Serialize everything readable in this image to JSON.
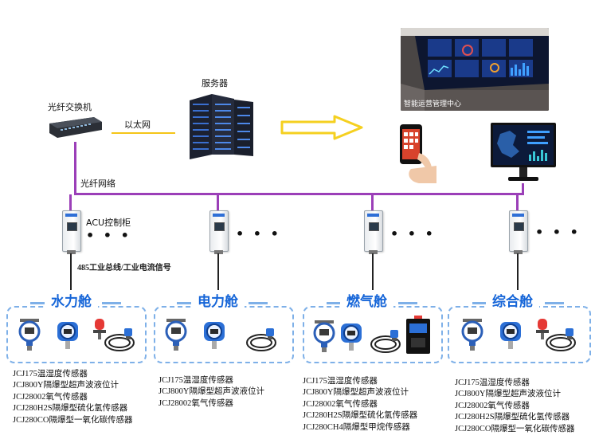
{
  "network": {
    "switch_label": "光纤交换机",
    "server_label": "服务器",
    "ethernet_label": "以太网",
    "fiber_network_label": "光纤网络",
    "acu_label": "ACU控制柜",
    "bus_label": "485工业总线/工业电流信号",
    "ellipsis": "• • •"
  },
  "center": {
    "caption": "智能运营管理中心"
  },
  "colors": {
    "fiber": "#9b3fb8",
    "ethernet": "#f5c518",
    "arrow": "#f5d020",
    "bay_border": "#7eb0e8",
    "bay_title": "#1565d8"
  },
  "bays": [
    {
      "title": "水力舱",
      "sensors": [
        "JCJ175温湿度传感器",
        "JCJ800Y隔爆型超声波液位计",
        "JCJ28002氧气传感器",
        "JCJ280H2S隔爆型硫化氢传感器",
        "JCJ280CO隔爆型一氧化碳传感器"
      ]
    },
    {
      "title": "电力舱",
      "sensors": [
        "JCJ175温湿度传感器",
        "JCJ800Y隔爆型超声波液位计",
        "JCJ28002氧气传感器"
      ]
    },
    {
      "title": "燃气舱",
      "sensors": [
        "JCJ175温湿度传感器",
        "JCJ800Y隔爆型超声波液位计",
        "JCJ28002氧气传感器",
        "JCJ280H2S隔爆型硫化氢传感器",
        "JCJ280CH4隔爆型甲烷传感器"
      ]
    },
    {
      "title": "综合舱",
      "sensors": [
        "JCJ175温湿度传感器",
        "JCJ800Y隔爆型超声波液位计",
        "JCJ28002氧气传感器",
        "JCJ280H2S隔爆型硫化氢传感器",
        "JCJ280CO隔爆型一氧化碳传感器"
      ]
    }
  ]
}
